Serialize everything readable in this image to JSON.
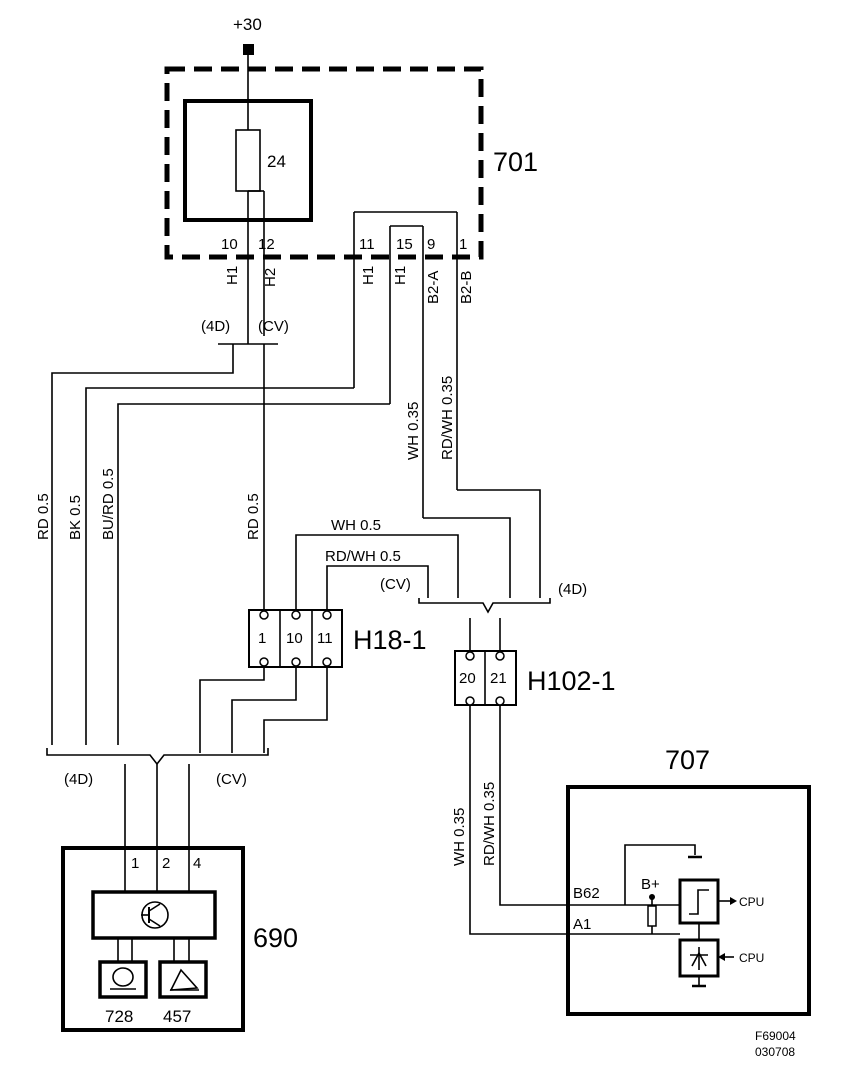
{
  "power": {
    "label": "+30"
  },
  "fuse": {
    "number": "24"
  },
  "units": {
    "u701": {
      "label": "701"
    },
    "u690": {
      "label": "690"
    },
    "u707": {
      "label": "707"
    },
    "u728": {
      "label": "728"
    },
    "u457": {
      "label": "457"
    }
  },
  "pins_701": {
    "p10": "10",
    "p12": "12",
    "p11": "11",
    "p15": "15",
    "p9": "9",
    "p1": "1"
  },
  "signals_701": {
    "h1a": "H1",
    "h2": "H2",
    "h1b": "H1",
    "h1c": "H1",
    "b2a": "B2-A",
    "b2b": "B2-B"
  },
  "variants": {
    "top_4d": "(4D)",
    "top_cv": "(CV)",
    "right_cv": "(CV)",
    "right_4d": "(4D)",
    "bot_4d": "(4D)",
    "bot_cv": "(CV)"
  },
  "wires": {
    "rd05_left": "RD  0.5",
    "bk05": "BK 0.5",
    "burd05": "BU/RD  0.5",
    "rd05_mid": "RD  0.5",
    "wh035_top": "WH  0.35",
    "rdwh035_top": "RD/WH  0.35",
    "wh05": "WH  0.5",
    "rdwh05": "RD/WH  0.5",
    "wh035_bot": "WH  0.35",
    "rdwh035_bot": "RD/WH  0.35"
  },
  "connectors": {
    "h18": {
      "label": "H18-1",
      "pins": [
        "1",
        "10",
        "11"
      ]
    },
    "h102": {
      "label": "H102-1",
      "pins": [
        "20",
        "21"
      ]
    }
  },
  "pins_690": {
    "p1": "1",
    "p2": "2",
    "p4": "4"
  },
  "module_707": {
    "b62": "B62",
    "a1": "A1",
    "bplus": "B+",
    "cpu_top": "CPU",
    "cpu_bot": "CPU"
  },
  "footer": {
    "code": "F69004",
    "date": "030708"
  }
}
